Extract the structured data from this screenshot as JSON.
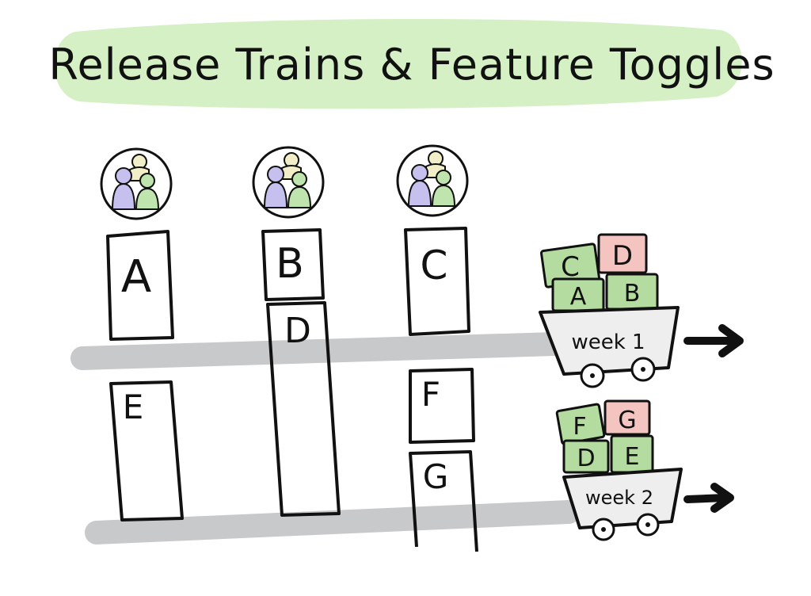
{
  "title": "Release Trains & Feature Toggles",
  "colors": {
    "title_banner": "#d4f0c4",
    "train_track": "#c8c9cb",
    "crate_green": "#b5dca0",
    "crate_red": "#f4c4c0",
    "team_purple": "#c5c0ee",
    "team_yellow": "#f2efc8",
    "team_green": "#bfe4ad",
    "ink": "#111111"
  },
  "teams": [
    {
      "name": "team-1-icon"
    },
    {
      "name": "team-2-icon"
    },
    {
      "name": "team-3-icon"
    }
  ],
  "features": [
    {
      "label": "A"
    },
    {
      "label": "B"
    },
    {
      "label": "C"
    },
    {
      "label": "D"
    },
    {
      "label": "E"
    },
    {
      "label": "F"
    },
    {
      "label": "G"
    }
  ],
  "trains": [
    {
      "label": "week 1",
      "crates_top": [
        {
          "label": "C",
          "color": "green"
        },
        {
          "label": "D",
          "color": "red"
        }
      ],
      "crates_bottom": [
        {
          "label": "A",
          "color": "green"
        },
        {
          "label": "B",
          "color": "green"
        }
      ],
      "icon": "arrow-right-icon"
    },
    {
      "label": "week 2",
      "crates_top": [
        {
          "label": "F",
          "color": "green"
        },
        {
          "label": "G",
          "color": "red"
        }
      ],
      "crates_bottom": [
        {
          "label": "D",
          "color": "green"
        },
        {
          "label": "E",
          "color": "green"
        }
      ],
      "icon": "arrow-right-icon"
    }
  ]
}
